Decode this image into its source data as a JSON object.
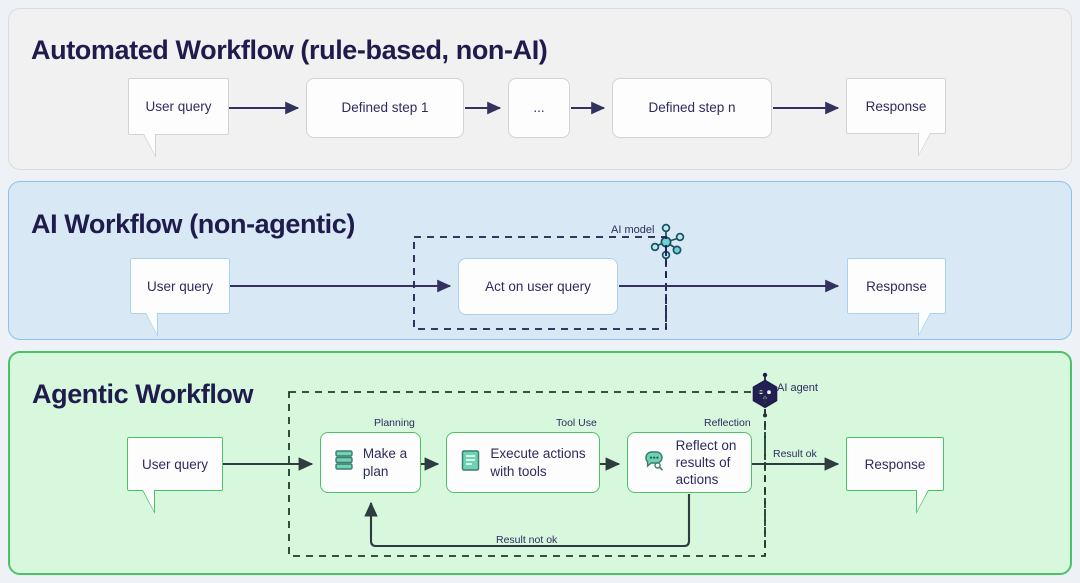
{
  "colors": {
    "page_bg": "#eef2f7",
    "panel_automated_bg": "#f1f1f1",
    "panel_ai_bg": "#d8e9f5",
    "panel_agentic_bg": "#d7f8dc",
    "panel_agentic_border": "#4ac367",
    "panel_ai_border": "#8dc2e6",
    "text_navy": "#2e2b5f",
    "title_navy": "#1f1c4d",
    "arrow_dark": "#33325e",
    "arrow_green_panel": "#2f3b41",
    "icon_teal": "#63cfb0",
    "icon_teal_dark": "#3f7a73"
  },
  "panels": [
    {
      "id": "automated",
      "title": "Automated Workflow (rule-based, non-AI)",
      "nodes": [
        {
          "name": "user-query",
          "label": "User query",
          "kind": "bubble",
          "tail": "left"
        },
        {
          "name": "defined-step-1",
          "label": "Defined step 1",
          "kind": "box"
        },
        {
          "name": "ellipsis-step",
          "label": "...",
          "kind": "box"
        },
        {
          "name": "defined-step-n",
          "label": "Defined step n",
          "kind": "box"
        },
        {
          "name": "response",
          "label": "Response",
          "kind": "bubble",
          "tail": "right"
        }
      ]
    },
    {
      "id": "ai-workflow",
      "title": "AI Workflow (non-agentic)",
      "group_label": "AI model",
      "nodes": [
        {
          "name": "user-query",
          "label": "User query",
          "kind": "bubble",
          "tail": "left"
        },
        {
          "name": "act-on-user-query",
          "label": "Act on user query",
          "kind": "box"
        },
        {
          "name": "response",
          "label": "Response",
          "kind": "bubble",
          "tail": "right"
        }
      ]
    },
    {
      "id": "agentic",
      "title": "Agentic Workflow",
      "group_label": "AI agent",
      "nodes": [
        {
          "name": "user-query",
          "label": "User query",
          "kind": "bubble",
          "tail": "left"
        },
        {
          "name": "make-a-plan",
          "label": "Make a plan",
          "caption": "Planning",
          "icon": "layers-stack-icon",
          "kind": "box"
        },
        {
          "name": "execute-actions-with-tools",
          "label": "Execute actions with tools",
          "caption": "Tool Use",
          "icon": "document-lines-icon",
          "kind": "box"
        },
        {
          "name": "reflect-on-results-of-actions",
          "label": "Reflect on results of actions",
          "caption": "Reflection",
          "icon": "chat-bubble-dots-icon",
          "kind": "box"
        },
        {
          "name": "response",
          "label": "Response",
          "kind": "bubble",
          "tail": "right"
        }
      ],
      "edge_labels": {
        "result_ok": "Result ok",
        "result_not_ok": "Result not ok"
      }
    }
  ],
  "node_labels": {
    "user_query": "User query",
    "defined_step_1": "Defined step 1",
    "ellipsis": "...",
    "defined_step_n": "Defined step n",
    "response": "Response",
    "act_on_user_query": "Act on user query",
    "make_a_plan_line1": "Make a",
    "make_a_plan_line2": "plan",
    "execute_line1": "Execute actions",
    "execute_line2": "with tools",
    "reflect_line1": "Reflect on",
    "reflect_line2": "results of",
    "reflect_line3": "actions"
  },
  "captions": {
    "ai_model": "AI model",
    "ai_agent": "AI agent",
    "planning": "Planning",
    "tool_use": "Tool Use",
    "reflection": "Reflection",
    "result_ok": "Result ok",
    "result_not_ok": "Result not ok"
  },
  "titles": {
    "automated": "Automated Workflow (rule-based, non-AI)",
    "ai_workflow": "AI Workflow (non-agentic)",
    "agentic": "Agentic Workflow"
  }
}
